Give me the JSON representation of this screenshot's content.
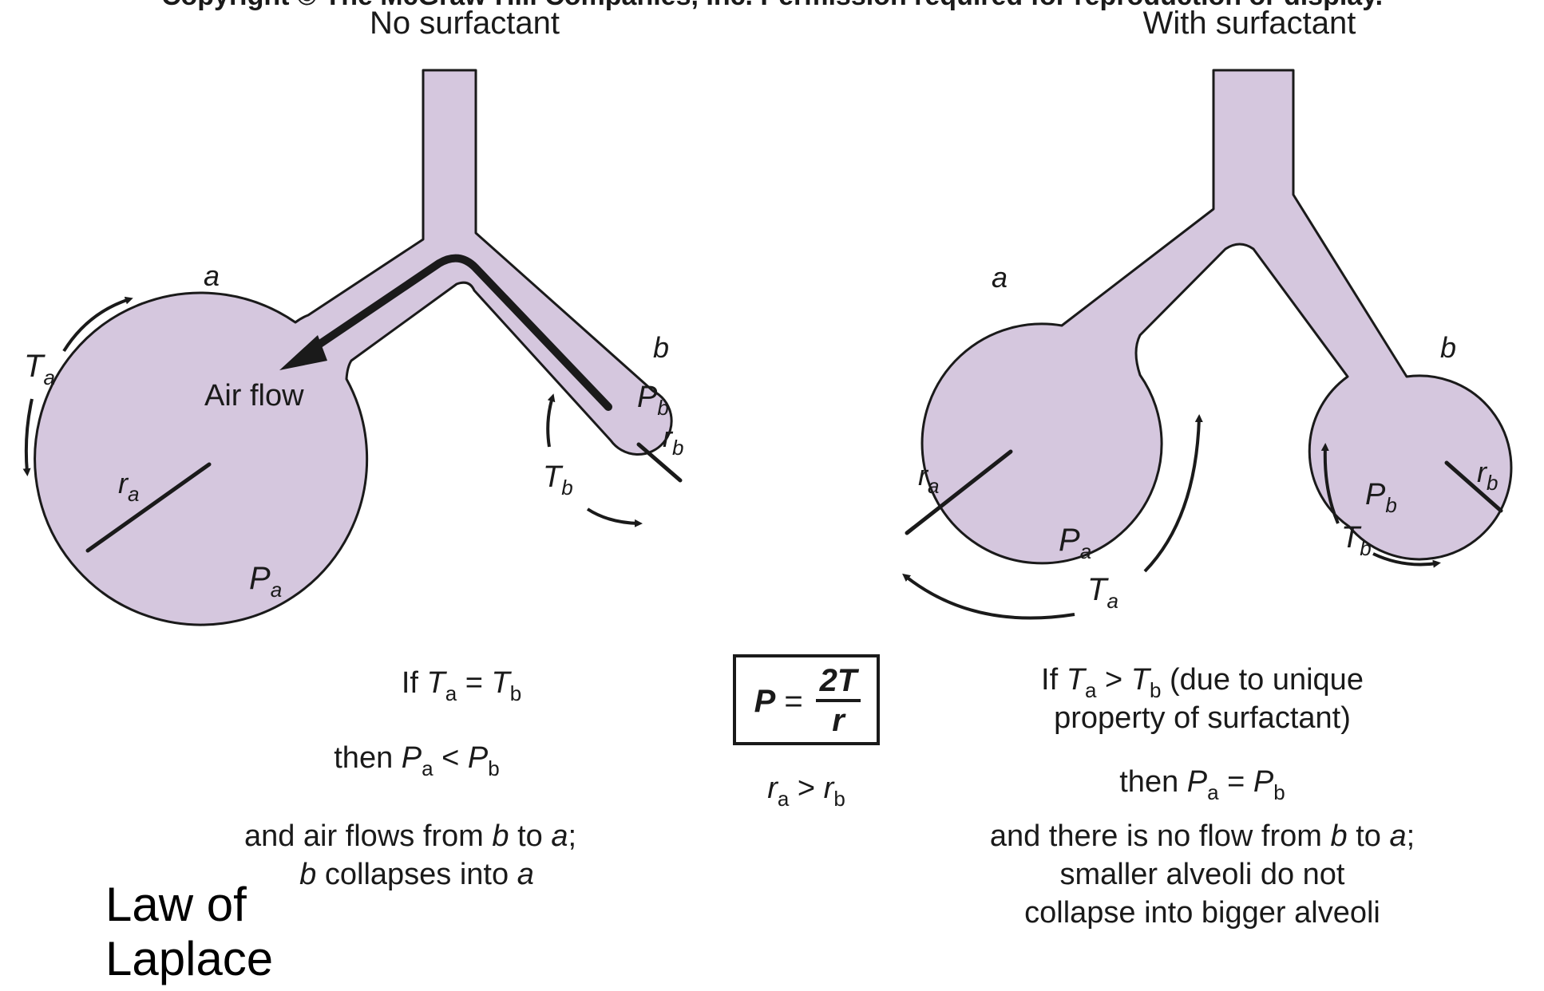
{
  "copyright": "Copyright © The McGraw-Hill Companies, Inc. Permission required for reproduction or display.",
  "left": {
    "heading": "No surfactant",
    "label_a": "a",
    "label_b": "b",
    "T": "T",
    "sub_a": "a",
    "sub_b": "b",
    "r": "r",
    "P": "P",
    "airflow": "Air flow",
    "caption": {
      "line1_if": "If ",
      "line1_eq": " = ",
      "line2_then": "then ",
      "line2_op": " < ",
      "line3_pre": "and air flows from ",
      "line3_mid": " to ",
      "line3_end": ";",
      "line4_end": " collapses into "
    }
  },
  "right": {
    "heading": "With surfactant",
    "label_a": "a",
    "label_b": "b",
    "caption": {
      "line1_if": "If ",
      "line1_op": " > ",
      "line1_end": " (due to unique",
      "line2": "property of surfactant)",
      "line3_then": "then ",
      "line3_op": " = ",
      "line4_pre": "and there is no flow from ",
      "line4_mid": " to ",
      "line4_end": ";",
      "line5": "smaller alveoli do not",
      "line6": "collapse into bigger alveoli"
    }
  },
  "formula": {
    "P": "P",
    "eq": "=",
    "num": "2T",
    "den": "r",
    "cond_r": "r",
    "cond_a": "a",
    "cond_op": " > ",
    "cond_b": "b"
  },
  "corner_title": "Law of\nLaplace",
  "colors": {
    "alveolus_fill": "#d5c7de",
    "ink": "#1a1a1a"
  }
}
